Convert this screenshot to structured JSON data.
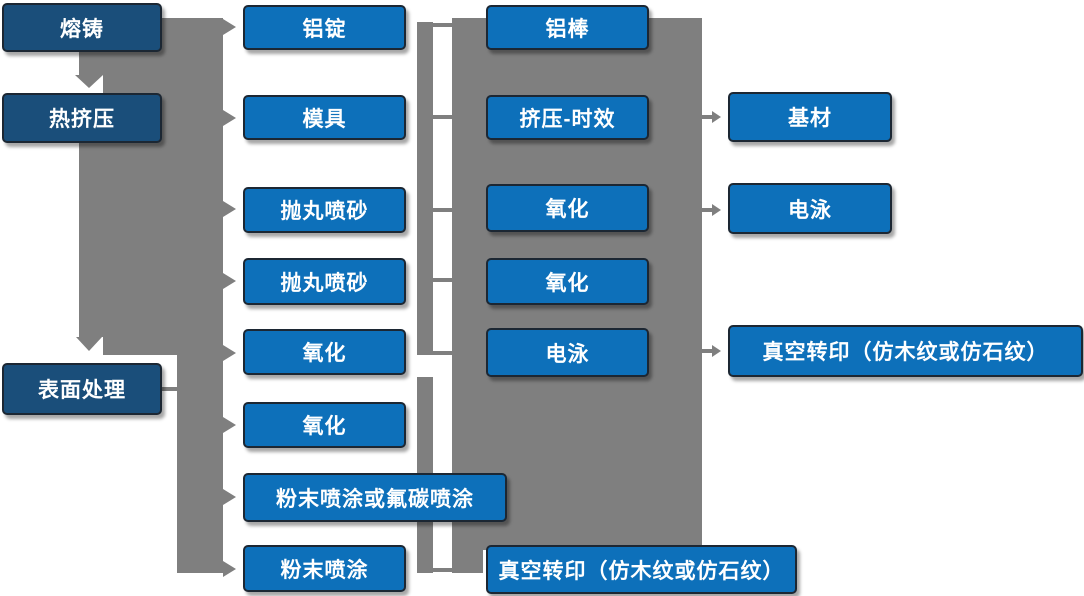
{
  "diagram": {
    "stages": [
      "熔铸",
      "热挤压",
      "表面处理"
    ],
    "inputs": [
      "铝锭",
      "模具",
      "抛丸喷砂",
      "抛丸喷砂",
      "氧化",
      "氧化",
      "粉末喷涂或氟碳喷涂",
      "粉末喷涂"
    ],
    "processes": [
      "铝棒",
      "挤压-时效",
      "氧化",
      "氧化",
      "电泳",
      "真空转印（仿木纹或仿石纹）"
    ],
    "outputs": [
      "基材",
      "电泳",
      "真空转印（仿木纹或仿石纹）"
    ],
    "colors": {
      "node_fill_blue": "#0d70ba",
      "stage_fill_dark_blue": "#1a4e7a",
      "connector_gray": "#7f7f7f",
      "node_border": "#1c2733",
      "text": "#ffffff",
      "background": "#ffffff"
    }
  }
}
